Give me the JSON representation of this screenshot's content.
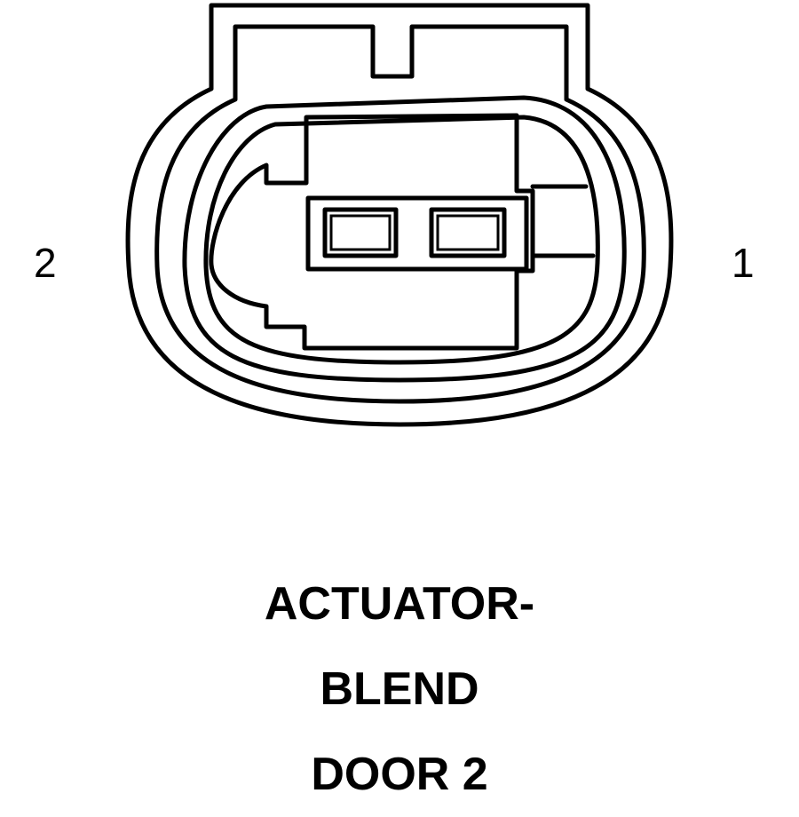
{
  "pins": {
    "left": "2",
    "right": "1"
  },
  "caption": {
    "line1": "ACTUATOR-",
    "line2": "BLEND",
    "line3": "DOOR 2"
  },
  "colors": {
    "stroke": "#000000",
    "background": "#ffffff"
  }
}
